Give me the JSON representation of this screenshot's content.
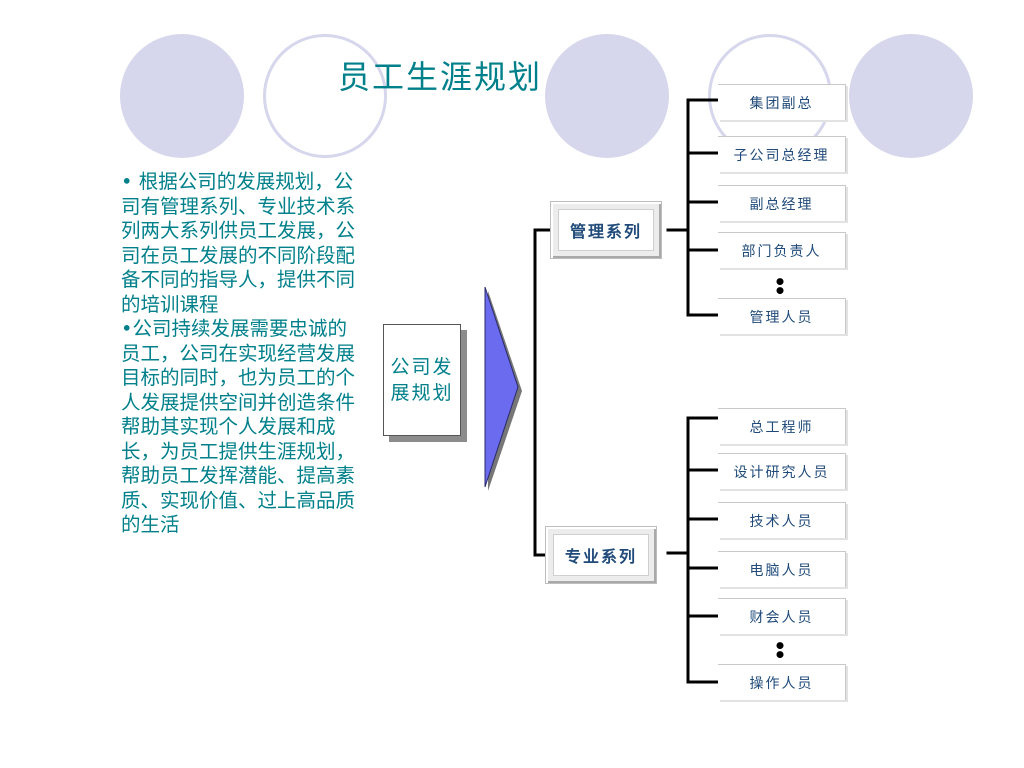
{
  "slide": {
    "title": "员工生涯规划",
    "accent_color": "#00808b",
    "decor_color": "#d6d6ec"
  },
  "bullets": [
    "• 根据公司的发展规划，公司有管理系列、专业技术系列两大系列供员工发展，公司在员工发展的不同阶段配备不同的指导人，提供不同的培训课程",
    "•公司持续发展需要忠诚的员工，公司在实现经营发展目标的同时，也为员工的个人发展提供空间并创造条件帮助其实现个人发展和成长，为员工提供生涯规划，帮助员工发挥潜能、提高素质、实现价值、过上高品质的生活"
  ],
  "diagram": {
    "plan_label": "公司发展规划",
    "arrow_color": "#6b6bf0",
    "management": {
      "label": "管理系列",
      "items": [
        "集团副总",
        "子公司总经理",
        "副总经理",
        "部门负责人",
        "管理人员"
      ],
      "ellipsis": "•\n•"
    },
    "professional": {
      "label": "专业系列",
      "items": [
        "总工程师",
        "设计研究人员",
        "技术人员",
        "电脑人员",
        "财会人员",
        "操作人员"
      ],
      "ellipsis": "•\n•"
    }
  }
}
